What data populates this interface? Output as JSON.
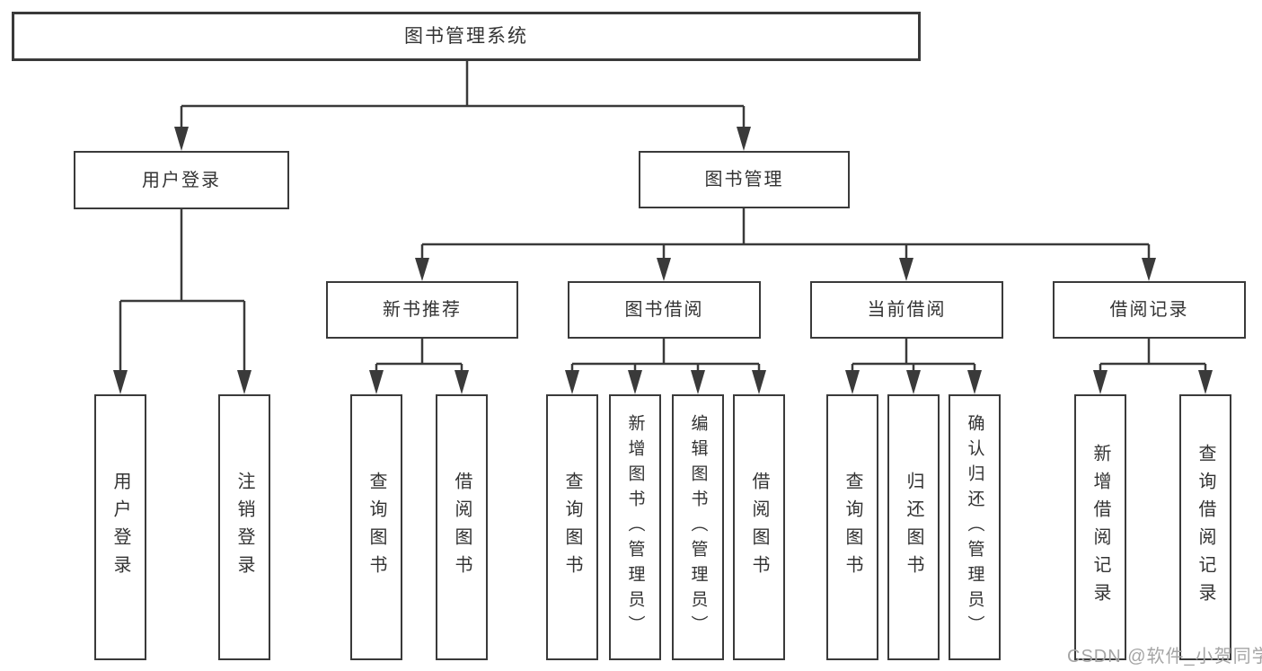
{
  "tree": {
    "root": "图书管理系统",
    "level1": [
      {
        "label": "用户登录"
      },
      {
        "label": "图书管理"
      }
    ],
    "level2": [
      {
        "label": "新书推荐"
      },
      {
        "label": "图书借阅"
      },
      {
        "label": "当前借阅"
      },
      {
        "label": "借阅记录"
      }
    ],
    "leaves": {
      "user_login": [
        "用户登录",
        "注销登录"
      ],
      "new_book_recommend": [
        "查询图书",
        "借阅图书"
      ],
      "book_borrow": [
        "查询图书",
        "新增图书（管理员）",
        "编辑图书（管理员）",
        "借阅图书"
      ],
      "current_borrow": [
        "查询图书",
        "归还图书",
        "确认归还（管理员）"
      ],
      "borrow_records": [
        "新增借阅记录",
        "查询借阅记录"
      ]
    }
  },
  "watermark": "CSDN @软件_小贺同学",
  "colors": {
    "line": "#3a3a3a",
    "box_border": "#3a3a3a",
    "text": "#333333",
    "watermark": "#a5a5a5",
    "background": "#ffffff"
  }
}
